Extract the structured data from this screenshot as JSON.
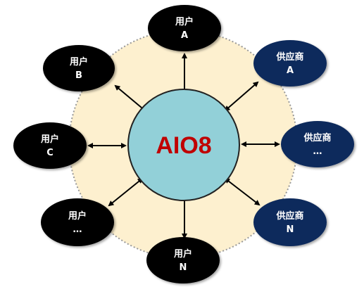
{
  "hub": {
    "label": "AIO8"
  },
  "nodes": {
    "user_a": {
      "line1": "用户",
      "line2": "A"
    },
    "user_b": {
      "line1": "用户",
      "line2": "B"
    },
    "user_c": {
      "line1": "用户",
      "line2": "C"
    },
    "user_more": {
      "line1": "用户",
      "line2": "…"
    },
    "user_n": {
      "line1": "用户",
      "line2": "N"
    },
    "supplier_a": {
      "line1": "供应商",
      "line2": "A"
    },
    "supplier_more": {
      "line1": "供应商",
      "line2": "…"
    },
    "supplier_n": {
      "line1": "供应商",
      "line2": "N"
    }
  },
  "colors": {
    "background_ring": "#fdf0cf",
    "ring_border": "#999999",
    "hub_fill": "#92d0d8",
    "hub_border": "#222222",
    "hub_text": "#c00000",
    "user_fill": "#000000",
    "supplier_fill": "#0f2a5c",
    "node_text": "#ffffff",
    "arrow": "#000000"
  }
}
